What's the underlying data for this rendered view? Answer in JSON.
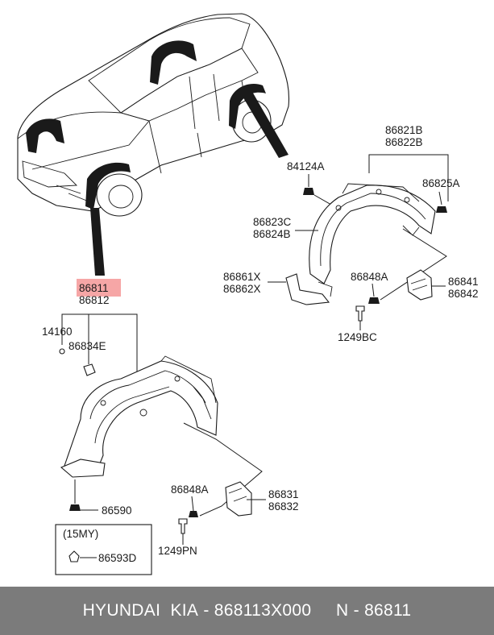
{
  "labels": {
    "p86811": "86811",
    "p86812": "86812",
    "p14160": "14160",
    "p86834E": "86834E",
    "p86590": "86590",
    "p15MY": "(15MY)",
    "p86593D": "86593D",
    "p86848A_lower": "86848A",
    "p1249PN": "1249PN",
    "p86831": "86831",
    "p86832": "86832",
    "p86821B": "86821B",
    "p86822B": "86822B",
    "p84124A": "84124A",
    "p86825A": "86825A",
    "p86823C": "86823C",
    "p86824B": "86824B",
    "p86861X": "86861X",
    "p86862X": "86862X",
    "p86848A_upper": "86848A",
    "p1249BC": "1249BC",
    "p86841": "86841",
    "p86842": "86842"
  },
  "colors": {
    "highlight": "#f6a6a6",
    "footer_bg": "#7b7b7b",
    "footer_text": "#ffffff"
  },
  "footer": {
    "brand": "HYUNDAI  KIA",
    "part_number": "868113X000",
    "catalog_number": "86811"
  }
}
